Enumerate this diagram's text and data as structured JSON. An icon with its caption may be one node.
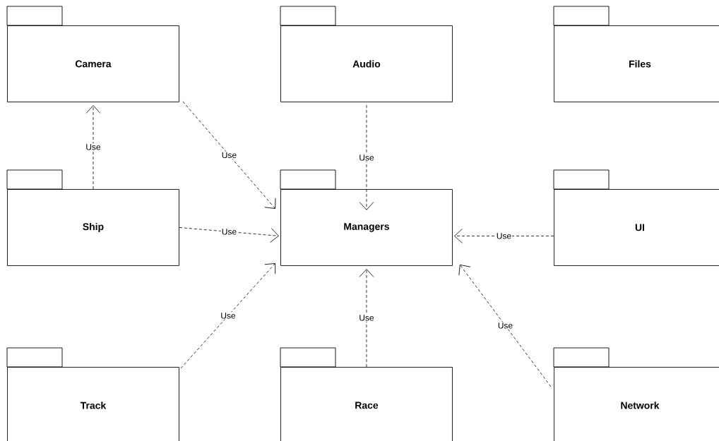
{
  "diagram": {
    "nodes": [
      {
        "text": [
          "Camera"
        ]
      },
      {
        "text": [
          "Audio"
        ]
      },
      {
        "text": [
          "Files"
        ]
      },
      {
        "text": [
          "Ship"
        ]
      },
      {
        "text": [
          "Managers"
        ]
      },
      {
        "text": [
          "UI"
        ]
      },
      {
        "text": [
          "Track"
        ]
      },
      {
        "text": [
          "Race"
        ]
      },
      {
        "text": [
          "Network"
        ]
      }
    ],
    "edges": [
      {
        "from": 3,
        "to": 0,
        "label": "Use",
        "arrow": "to",
        "style": "dashed"
      },
      {
        "from": 0,
        "to": 4,
        "label": "Use",
        "arrow": "to",
        "style": "dashed"
      },
      {
        "from": 1,
        "to": 4,
        "label": "Use",
        "arrow": "to",
        "style": "dashed"
      },
      {
        "from": 3,
        "to": 4,
        "label": "Use",
        "arrow": "to",
        "style": "dashed"
      },
      {
        "from": 5,
        "to": 4,
        "label": "Use",
        "arrow": "to",
        "style": "dashed"
      },
      {
        "from": 6,
        "to": 4,
        "label": "Use",
        "arrow": "to",
        "style": "dashed"
      },
      {
        "from": 7,
        "to": 4,
        "label": "Use",
        "arrow": "to",
        "style": "dashed"
      },
      {
        "from": 8,
        "to": 4,
        "label": "Use",
        "arrow": "to",
        "style": "dashed"
      }
    ]
  }
}
